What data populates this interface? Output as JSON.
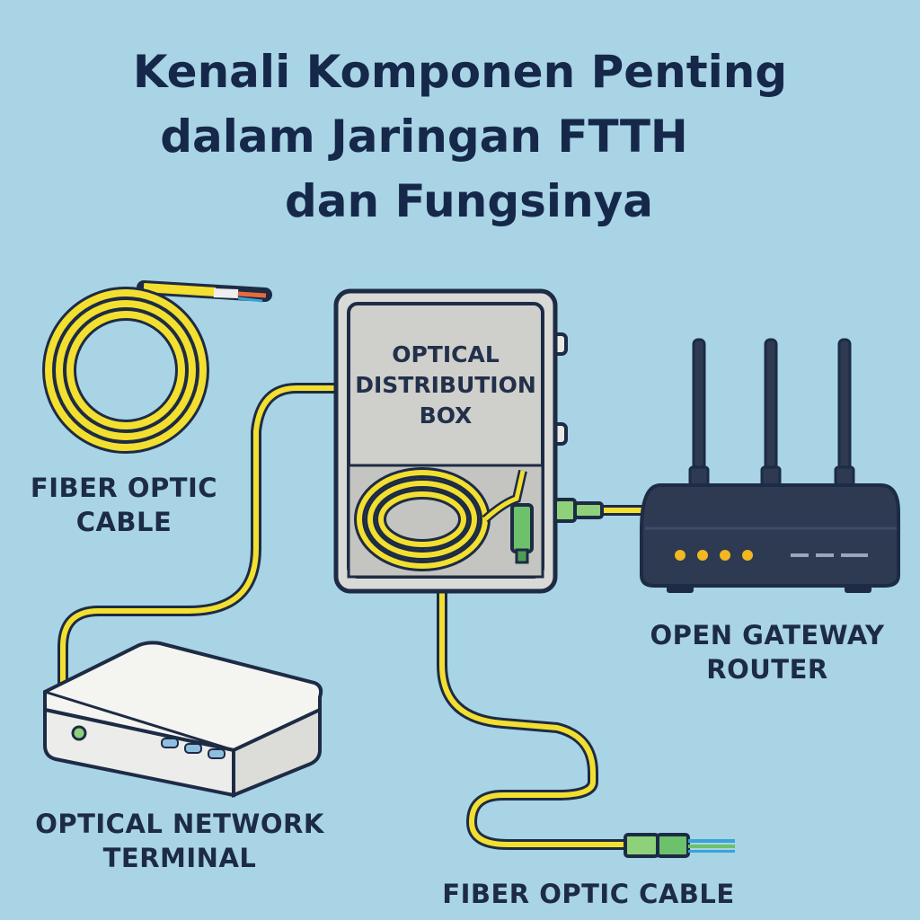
{
  "title": {
    "line1": "Kenali Komponen Penting",
    "line2": "dalam Jaringan FTTH",
    "line3": "dan Fungsinya"
  },
  "components": {
    "fiber_cable_coil": {
      "line1": "FIBER OPTIC",
      "line2": "CABLE"
    },
    "distribution_box": {
      "line1": "OPTICAL",
      "line2": "DISTRIBUTION",
      "line3": "BOX"
    },
    "router": {
      "line1": "OPEN GATEWAY",
      "line2": "ROUTER"
    },
    "ont": {
      "line1": "OPTICAL NETWORK",
      "line2": "TERMINAL"
    },
    "fiber_cable_end": {
      "line1": "FIBER OPTIC CABLE"
    }
  },
  "colors": {
    "background": "#a8d4e6",
    "cable": "#f3df2f",
    "outline": "#1d2b45",
    "connector": "#8fd17a",
    "box": "#d9d9d6",
    "router": "#2d3a52",
    "led": "#f2b721"
  }
}
